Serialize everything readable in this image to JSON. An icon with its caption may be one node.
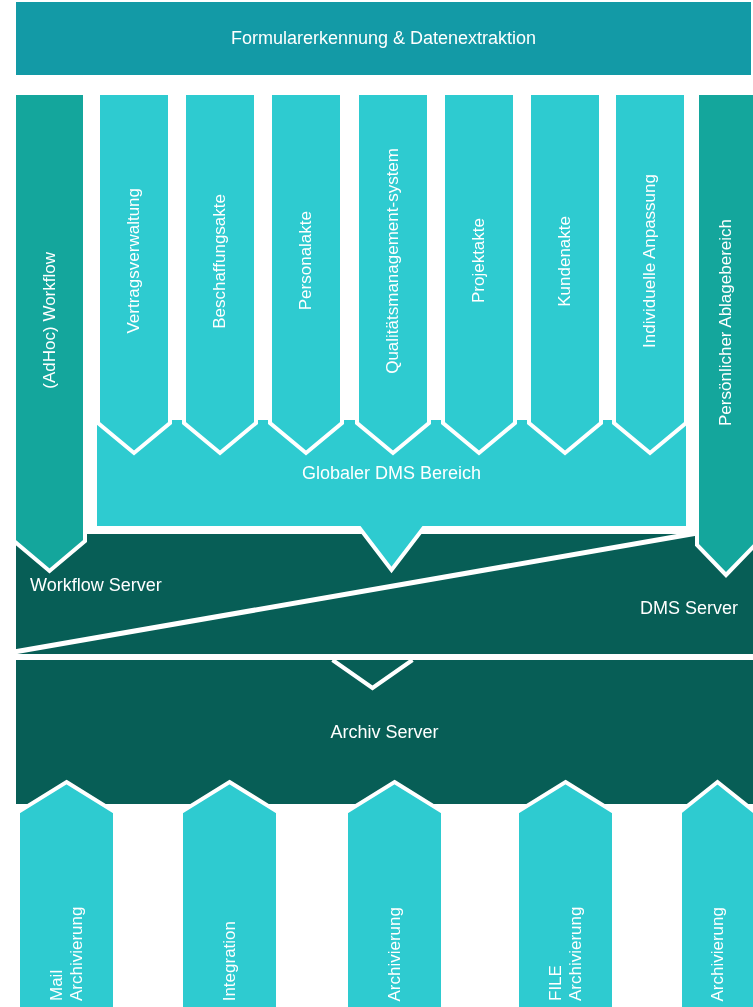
{
  "diagram": {
    "nodes": [
      {
        "text": [
          "Formularerkennung & Datenextraktion"
        ]
      },
      {
        "text": [
          "(AdHoc) Workflow"
        ]
      },
      {
        "text": [
          "Vertragsverwaltung"
        ]
      },
      {
        "text": [
          "Beschaffungsakte"
        ]
      },
      {
        "text": [
          "Personalakte"
        ]
      },
      {
        "text": [
          "Qualitätsmanagement-system"
        ]
      },
      {
        "text": [
          "Projektakte"
        ]
      },
      {
        "text": [
          "Kundenakte"
        ]
      },
      {
        "text": [
          "Individuelle Anpassung"
        ]
      },
      {
        "text": [
          "Globaler DMS Bereich"
        ]
      },
      {
        "text": [
          "Persönlicher Ablagebereich"
        ]
      },
      {
        "text": [
          "Workflow Server"
        ]
      },
      {
        "text": [
          "DMS Server"
        ]
      },
      {
        "text": [
          "Archiv Server"
        ]
      },
      {
        "text": [
          "Mail Archivierung"
        ]
      },
      {
        "text": [
          "Integration"
        ]
      },
      {
        "text": [
          "Archivierung"
        ]
      },
      {
        "text": [
          "FILE Archivierung"
        ]
      },
      {
        "text": [
          "Archivierung"
        ]
      }
    ]
  }
}
